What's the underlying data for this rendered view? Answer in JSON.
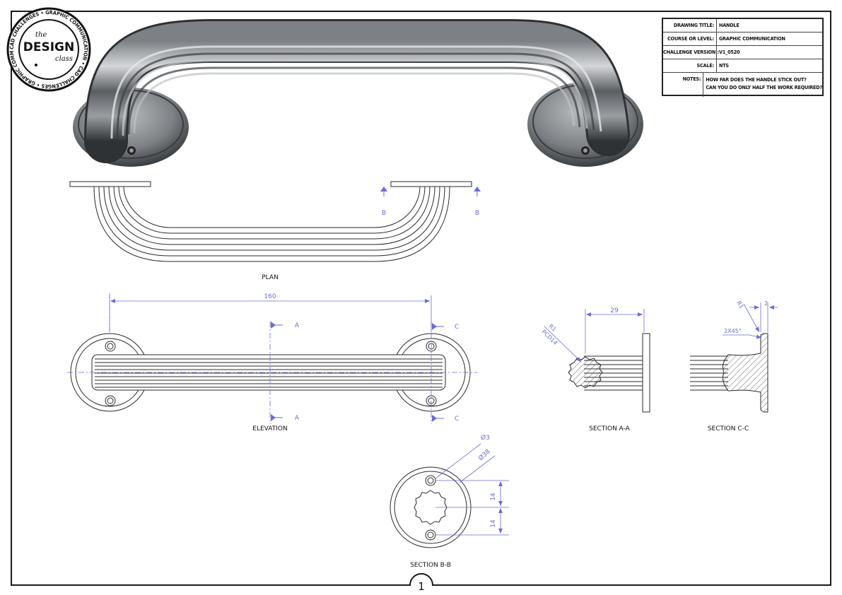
{
  "title_block": {
    "drawing_title_label": "DRAWING TITLE:",
    "drawing_title": "HANDLE",
    "course_label": "COURSE OR LEVEL:",
    "course": "GRAPHIC COMMUNICATION",
    "version_label": "CHALLENGE VERSION :",
    "version": "V1_0520",
    "scale_label": "SCALE:",
    "scale": "NTS",
    "notes_label": "NOTES:",
    "notes_line1": "HOW FAR DOES THE HANDLE STICK OUT?",
    "notes_line2": "CAN YOU DO ONLY HALF THE WORK REQUIRED?"
  },
  "logo": {
    "line1": "the",
    "main": "DESIGN",
    "line3": "class",
    "ring_text": "CAD CHALLENGES • GRAPHIC COMMUNICATION • CAD CHALLENGES • GRAPHIC COMMUNICATION •"
  },
  "views": {
    "plan_label": "PLAN",
    "elevation_label": "ELEVATION",
    "section_aa_label": "SECTION A-A",
    "section_cc_label": "SECTION C-C",
    "section_bb_label": "SECTION B-B"
  },
  "section_marks": {
    "a": "A",
    "b": "B",
    "c": "C"
  },
  "dimensions": {
    "overall_length": "160",
    "stand_off": "29",
    "radius_aa": "R1",
    "pcd": "PCD14",
    "radius_cc": "R1",
    "flange_thickness": "2",
    "chamfer": "2X45°",
    "hole_dia": "Ø3",
    "flange_dia": "Ø38",
    "hole_offset_top": "14",
    "hole_offset_bottom": "14"
  },
  "sheet": {
    "page_number": "1"
  },
  "colors": {
    "dimension": "#6b6bd6",
    "line": "#2a2a2a",
    "metal_dark": "#3d4043",
    "metal_light": "#c9ccce"
  }
}
